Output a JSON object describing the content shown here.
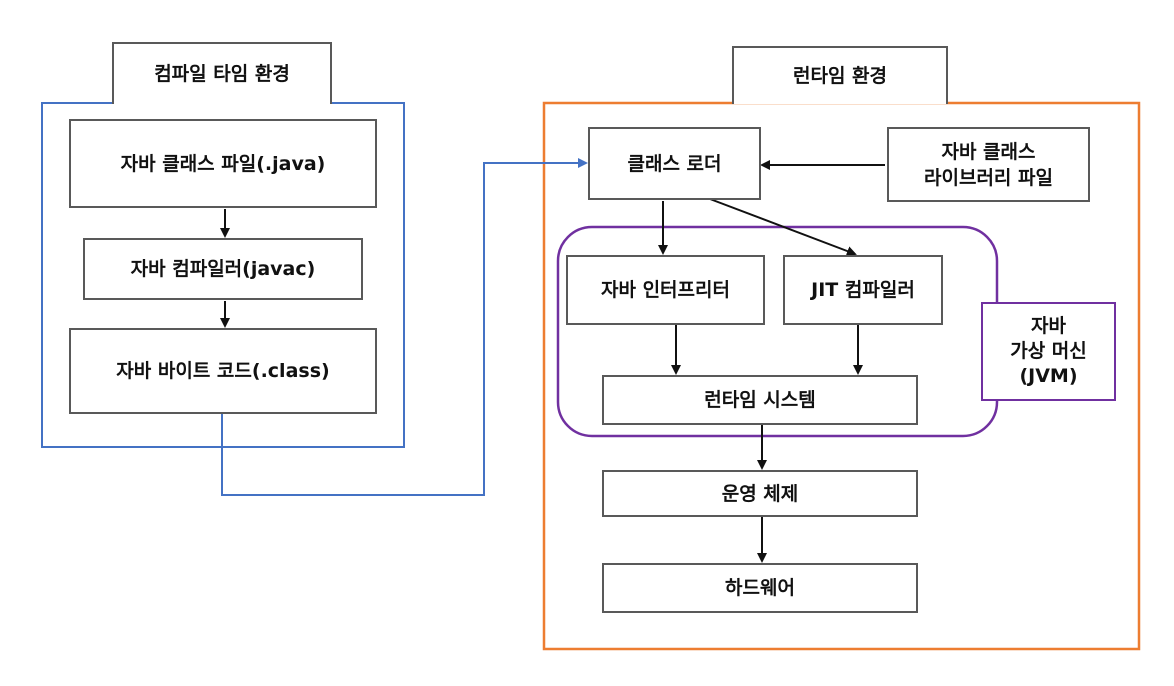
{
  "compile_env": {
    "title": "컴파일 타임 환경",
    "source_file": "자바 클래스 파일(.java)",
    "compiler": "자바 컴파일러(javac)",
    "bytecode": "자바 바이트 코드(.class)",
    "border_color": "#4472c4"
  },
  "runtime_env": {
    "title": "런타임 환경",
    "class_loader": "클래스 로더",
    "class_library": "자바 클래스\n라이브러리 파일",
    "interpreter": "자바 인터프리터",
    "jit": "JIT 컴파일러",
    "runtime_system": "런타임 시스템",
    "os": "운영 체제",
    "hardware": "하드웨어",
    "border_color": "#ed7d31"
  },
  "jvm": {
    "label": "자바\n가상 머신\n(JVM)",
    "border_color": "#7030a0"
  },
  "colors": {
    "box_border": "#595959",
    "arrow": "#111111",
    "connector": "#4472c4"
  }
}
